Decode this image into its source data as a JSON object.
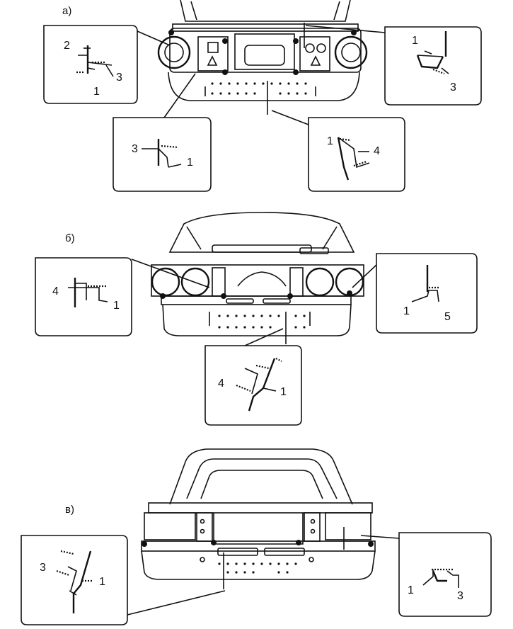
{
  "sections": {
    "a": {
      "label": "а)",
      "callouts": {
        "tl": [
          "2",
          "3",
          "1"
        ],
        "tr": [
          "1",
          "3"
        ],
        "bl": [
          "3",
          "1"
        ],
        "br": [
          "1",
          "4"
        ]
      }
    },
    "b": {
      "label": "б)",
      "callouts": {
        "l": [
          "4",
          "1"
        ],
        "r": [
          "1",
          "5"
        ],
        "c": [
          "4",
          "1"
        ]
      }
    },
    "v": {
      "label": "в)",
      "callouts": {
        "l": [
          "3",
          "1"
        ],
        "r": [
          "1",
          "3"
        ]
      }
    }
  }
}
